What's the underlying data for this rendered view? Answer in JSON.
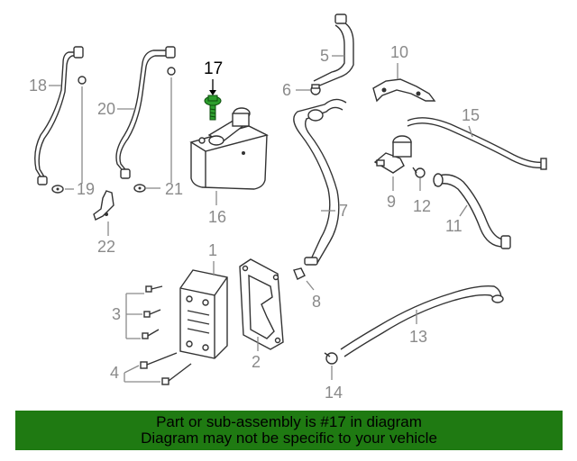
{
  "callouts": {
    "c1": "1",
    "c2": "2",
    "c3": "3",
    "c4": "4",
    "c5": "5",
    "c6": "6",
    "c7": "7",
    "c8": "8",
    "c9": "9",
    "c10": "10",
    "c11": "11",
    "c12": "12",
    "c13": "13",
    "c14": "14",
    "c15": "15",
    "c16": "16",
    "c17": "17",
    "c18": "18",
    "c19": "19",
    "c20": "20",
    "c21": "21",
    "c22": "22"
  },
  "highlight_color": "#2e9e2e",
  "footer": {
    "line1": "Part or sub-assembly is #17 in diagram",
    "line2": "Diagram may not be specific to your vehicle",
    "background": "#1f7a12"
  }
}
